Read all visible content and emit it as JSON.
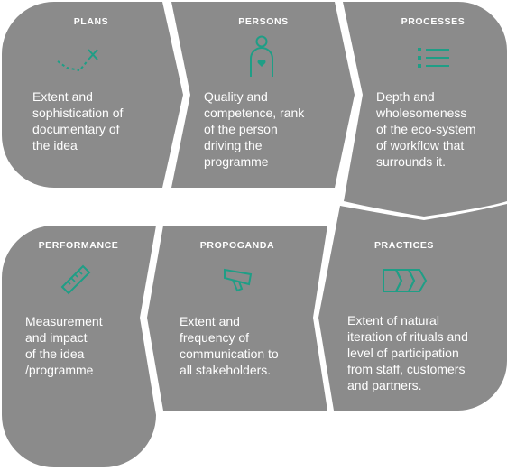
{
  "colors": {
    "tile": "#8b8b8b",
    "icon": "#1f9e86",
    "text": "#ffffff",
    "background": "#ffffff"
  },
  "tiles": [
    {
      "title": "PLANS",
      "icon": "checkmark-cross-icon",
      "desc": "Extent and\nsophistication of\ndocumentary of\nthe idea"
    },
    {
      "title": "PERSONS",
      "icon": "person-heart-icon",
      "desc": "Quality and\ncompetence, rank\nof the person\ndriving the\nprogramme"
    },
    {
      "title": "PROCESSES",
      "icon": "list-icon",
      "desc": "Depth and\nwholesomeness\nof the eco-system\nof workflow that\nsurrounds it."
    },
    {
      "title": "PERFORMANCE",
      "icon": "ruler-icon",
      "desc": "Measurement\nand impact\nof the idea\n/programme"
    },
    {
      "title": "PROPOGANDA",
      "icon": "megaphone-icon",
      "desc": "Extent and\nfrequency of\ncommunication to\nall stakeholders."
    },
    {
      "title": "PRACTICES",
      "icon": "triple-chevron-icon",
      "desc": "Extent of natural\niteration of rituals and\nlevel of participation\nfrom staff, customers\nand partners."
    }
  ]
}
